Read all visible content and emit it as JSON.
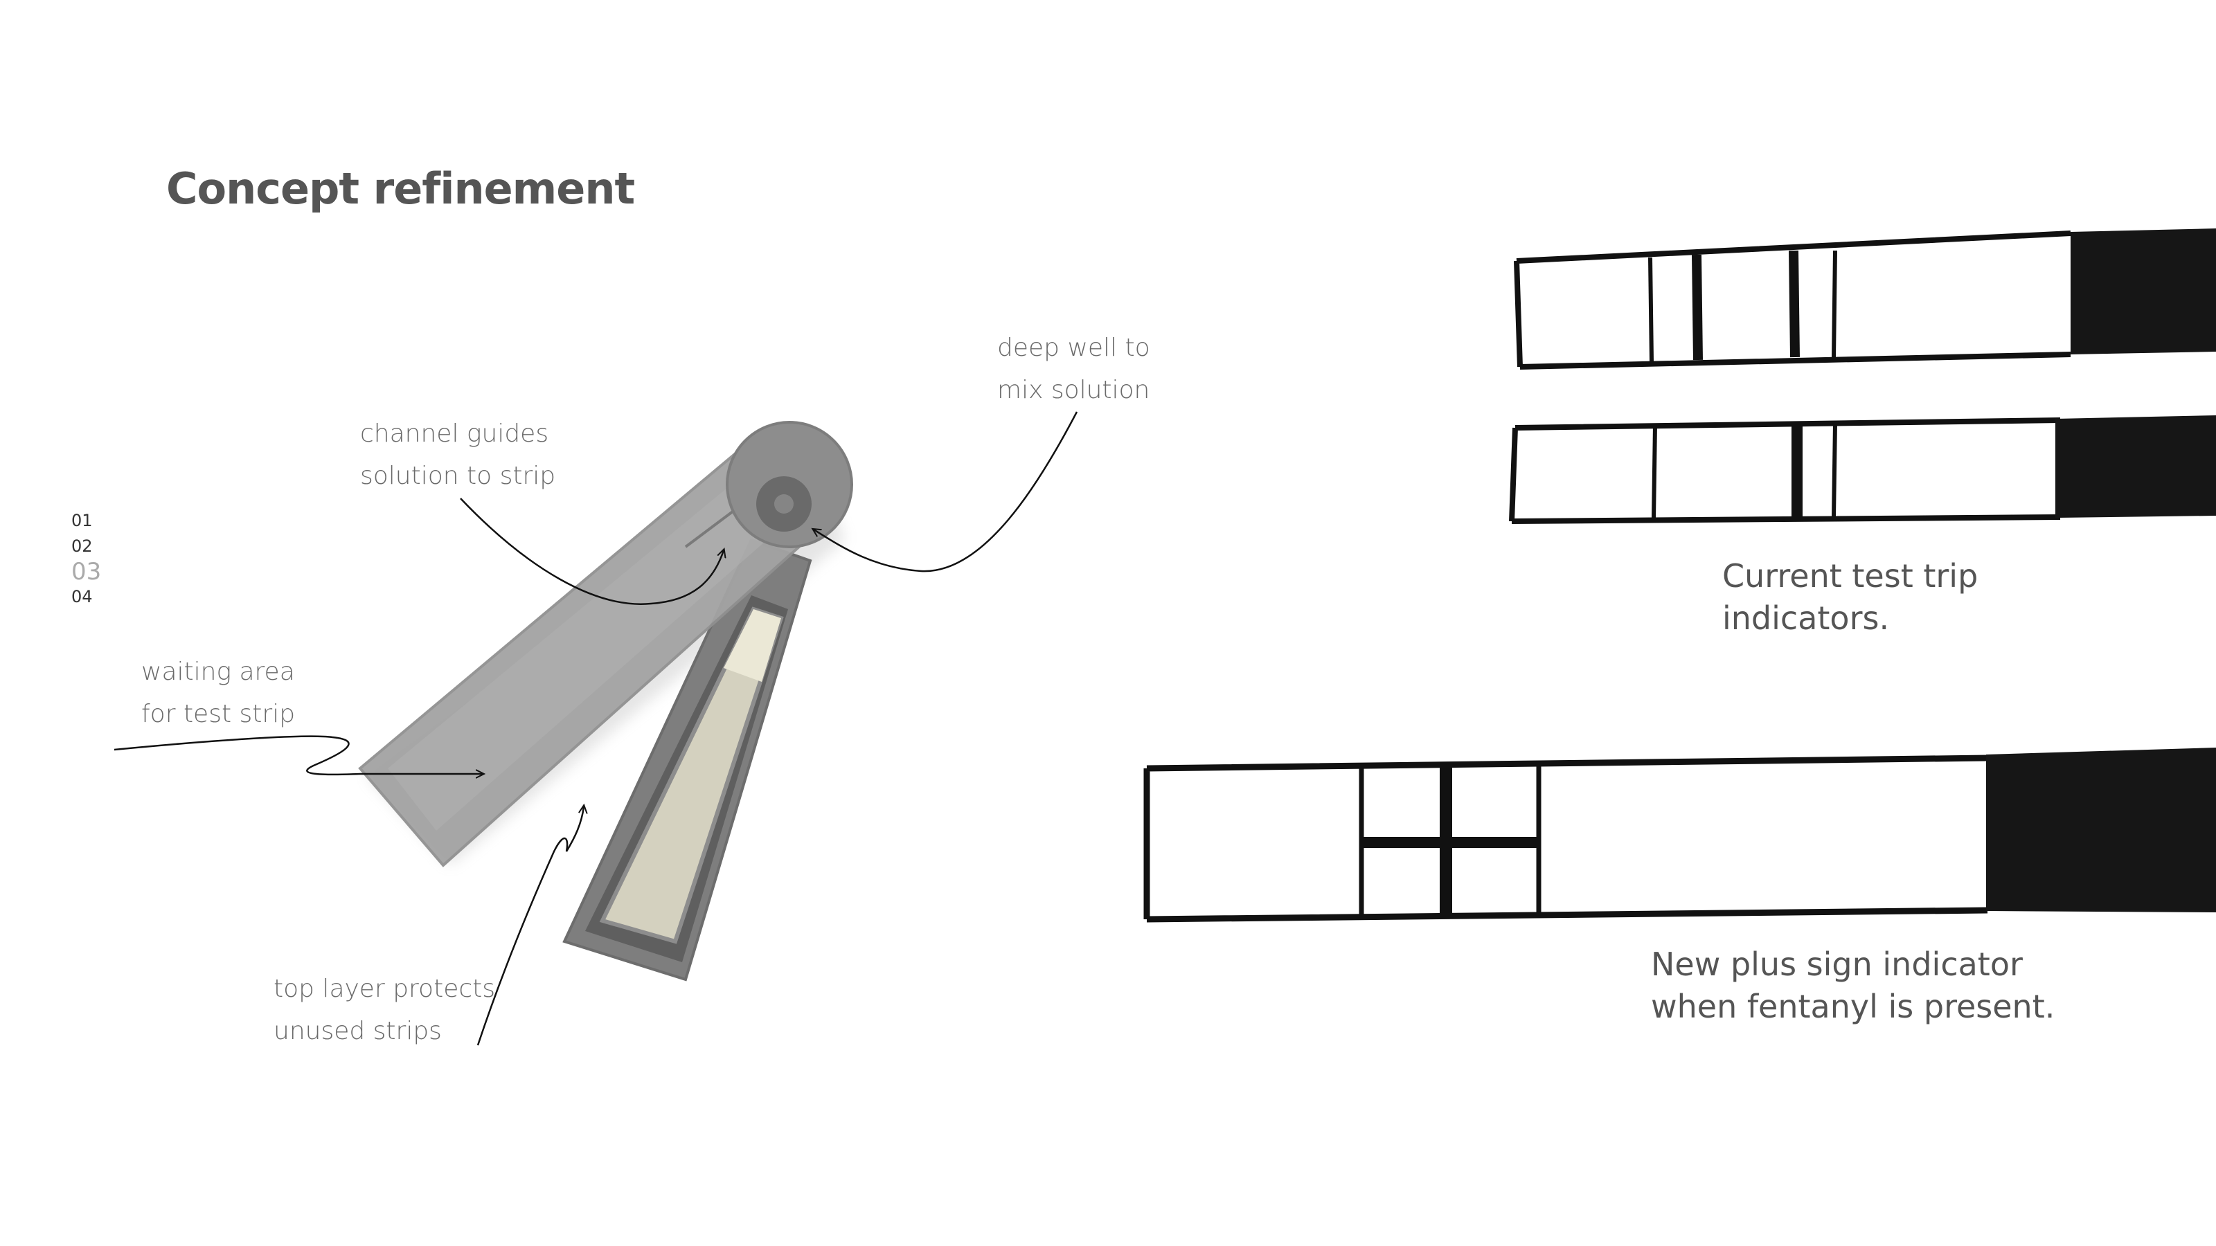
{
  "title": "Concept refinement",
  "pager": {
    "items": [
      "01",
      "02",
      "03",
      "04"
    ],
    "active": "03"
  },
  "annotations": {
    "deep_well": [
      "deep well to",
      "mix solution"
    ],
    "channel": [
      "channel guides",
      "solution to strip"
    ],
    "waiting": [
      "waiting area",
      "for test strip"
    ],
    "top_layer": [
      "top layer protects",
      "unused strips"
    ]
  },
  "captions": {
    "current": [
      "Current test trip",
      "indicators."
    ],
    "new": [
      "New plus sign indicator",
      "when fentanyl is present."
    ]
  },
  "colors": {
    "text": "#555555",
    "annotation": "#6a6a6a",
    "sketch_ink": "#111111",
    "device_gray": "#8a8a8a",
    "strip_beige": "#d4d1bf"
  }
}
